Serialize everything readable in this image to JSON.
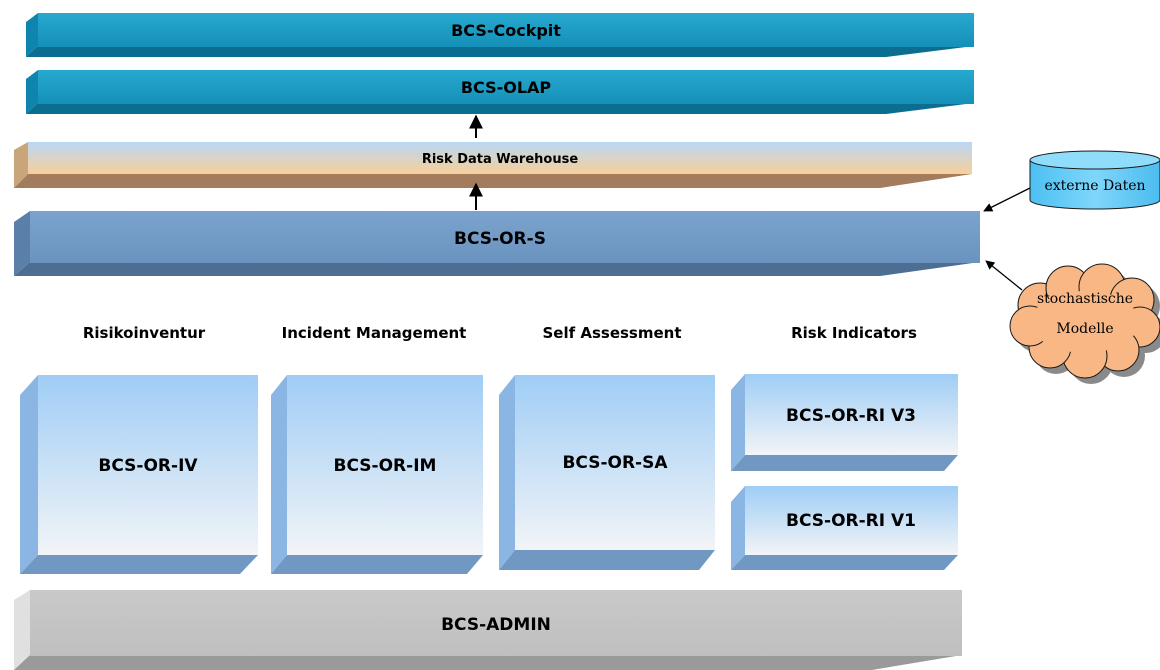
{
  "layers": {
    "cockpit": "BCS-Cockpit",
    "olap": "BCS-OLAP",
    "warehouse": "Risk Data Warehouse",
    "ors": "BCS-OR-S",
    "admin": "BCS-ADMIN"
  },
  "columns": [
    {
      "heading": "Risikoinventur",
      "module": "BCS-OR-IV"
    },
    {
      "heading": "Incident Management",
      "module": "BCS-OR-IM"
    },
    {
      "heading": "Self Assessment",
      "module": "BCS-OR-SA"
    },
    {
      "heading": "Risk Indicators",
      "modules": [
        "BCS-OR-RI V3",
        "BCS-OR-RI V1"
      ]
    }
  ],
  "external": {
    "data_source": "externe Daten",
    "models_line1": "stochastische",
    "models_line2": "Modelle"
  },
  "colors": {
    "teal": "#1f9fc6",
    "steel_blue": "#6f98c4",
    "light_blue": "#a9d0f5",
    "gray": "#c8c8c8",
    "warehouse_gold": "#f7cf9a",
    "cylinder_blue": "#5bc8f5",
    "cloud_orange": "#f8b784"
  }
}
